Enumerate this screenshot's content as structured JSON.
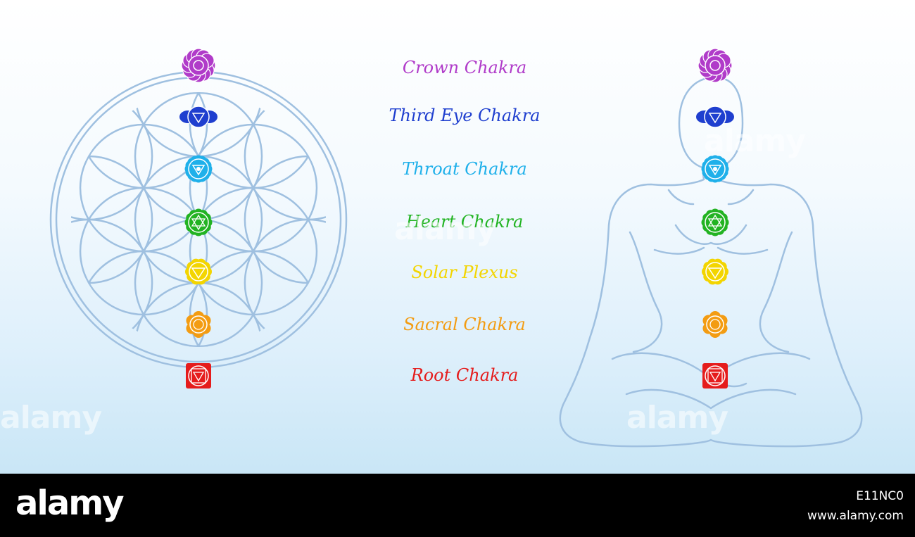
{
  "chakras": [
    {
      "label": "Crown Chakra",
      "color": "#b03bc9",
      "icon": "crown-chakra-icon"
    },
    {
      "label": "Third Eye Chakra",
      "color": "#1f3fcf",
      "icon": "third-eye-chakra-icon"
    },
    {
      "label": "Throat Chakra",
      "color": "#1fb0ea",
      "icon": "throat-chakra-icon"
    },
    {
      "label": "Heart Chakra",
      "color": "#22b322",
      "icon": "heart-chakra-icon"
    },
    {
      "label": "Solar Plexus",
      "color": "#f3d500",
      "icon": "solar-plexus-chakra-icon"
    },
    {
      "label": "Sacral Chakra",
      "color": "#f39c12",
      "icon": "sacral-chakra-icon"
    },
    {
      "label": "Root Chakra",
      "color": "#e51c1c",
      "icon": "root-chakra-icon"
    }
  ],
  "colors": {
    "line": "#9fc0e0",
    "background_top": "#ffffff",
    "background_bottom": "#c9e6f6"
  },
  "watermark": {
    "text": "alamy"
  },
  "footer": {
    "logo": "alamy",
    "image_id": "E11NC0",
    "url": "www.alamy.com"
  }
}
